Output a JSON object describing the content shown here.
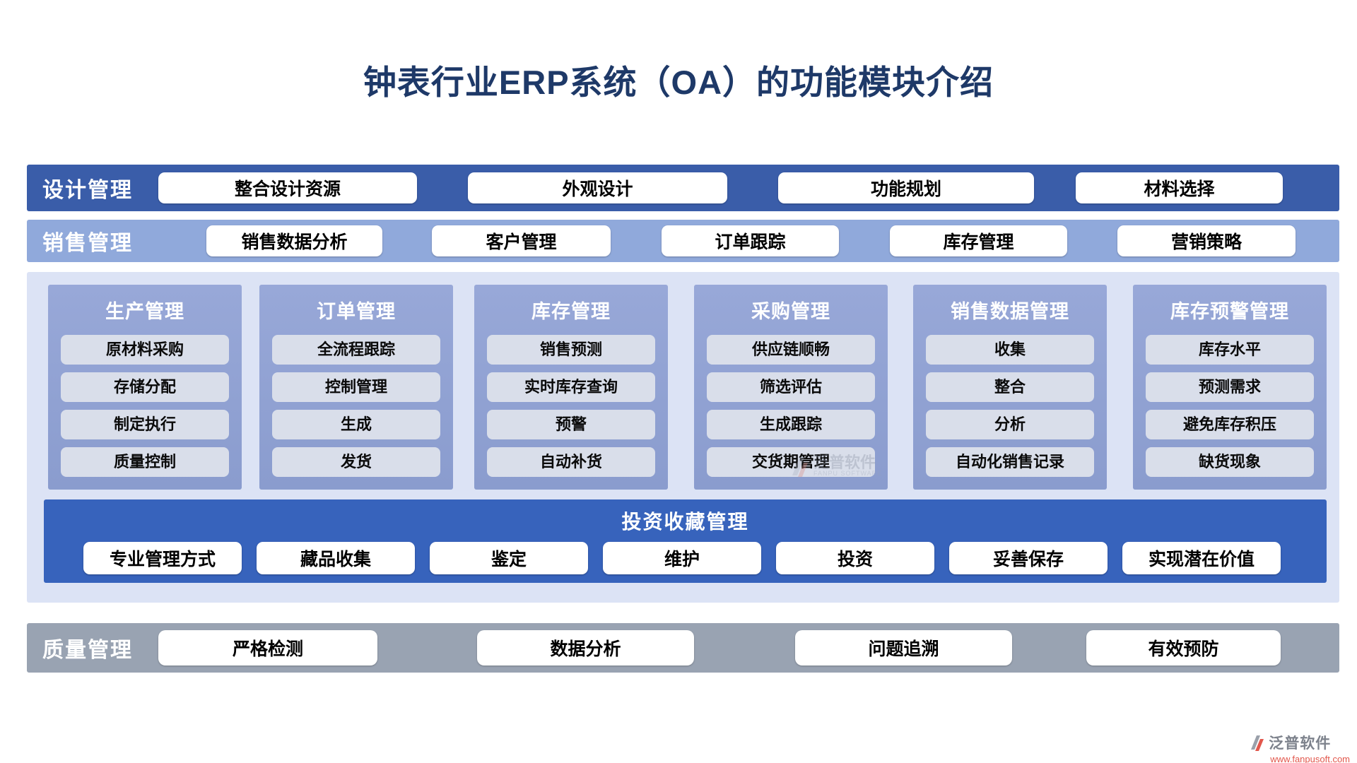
{
  "title": "钟表行业ERP系统（OA）的功能模块介绍",
  "design": {
    "label": "设计管理",
    "items": [
      "整合设计资源",
      "外观设计",
      "功能规划",
      "材料选择"
    ]
  },
  "sales": {
    "label": "销售管理",
    "items": [
      "销售数据分析",
      "客户管理",
      "订单跟踪",
      "库存管理",
      "营销策略"
    ]
  },
  "columns": [
    {
      "title": "生产管理",
      "items": [
        "原材料采购",
        "存储分配",
        "制定执行",
        "质量控制"
      ]
    },
    {
      "title": "订单管理",
      "items": [
        "全流程跟踪",
        "控制管理",
        "生成",
        "发货"
      ]
    },
    {
      "title": "库存管理",
      "items": [
        "销售预测",
        "实时库存查询",
        "预警",
        "自动补货"
      ]
    },
    {
      "title": "采购管理",
      "items": [
        "供应链顺畅",
        "筛选评估",
        "生成跟踪",
        "交货期管理"
      ]
    },
    {
      "title": "销售数据管理",
      "items": [
        "收集",
        "整合",
        "分析",
        "自动化销售记录"
      ]
    },
    {
      "title": "库存预警管理",
      "items": [
        "库存水平",
        "预测需求",
        "避免库存积压",
        "缺货现象"
      ]
    }
  ],
  "investment": {
    "title": "投资收藏管理",
    "items": [
      "专业管理方式",
      "藏品收集",
      "鉴定",
      "维护",
      "投资",
      "妥善保存",
      "实现潜在价值"
    ]
  },
  "quality": {
    "label": "质量管理",
    "items": [
      "严格检测",
      "数据分析",
      "问题追溯",
      "有效预防"
    ]
  },
  "watermark_center": {
    "brand": "泛普软件",
    "brand_en": "FANPU SOFTWARE"
  },
  "watermark_corner": {
    "brand": "泛普软件",
    "url": "www.fanpusoft.com"
  },
  "colors": {
    "title_text": "#1E3968",
    "design_band": "#3A5DA9",
    "sales_band": "#90A9DB",
    "panel_bg": "#DCE3F5",
    "column_bg": "#8FA0D2",
    "column_item_bg": "#D9DEEA",
    "investment_band": "#3763BC",
    "quality_band": "#99A3B2",
    "watermark_red": "#E2574C"
  }
}
